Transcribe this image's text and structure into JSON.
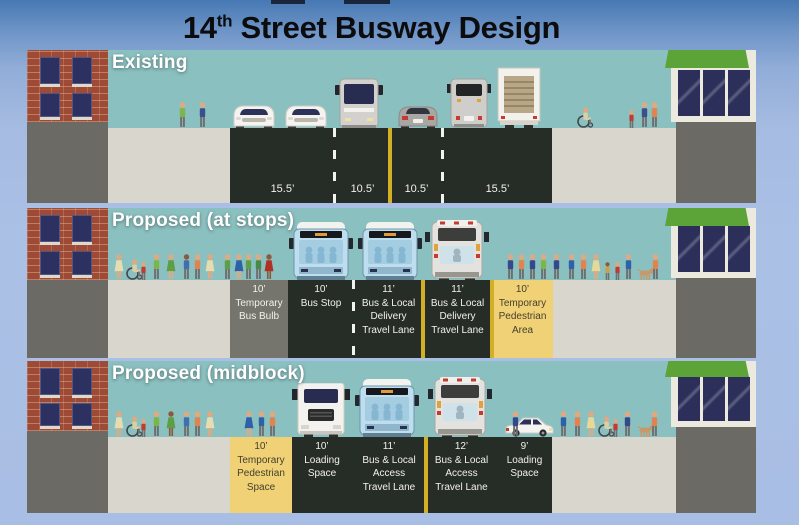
{
  "title": {
    "num": "14",
    "sup": "th",
    "rest": " Street Busway Design"
  },
  "colors": {
    "background_blue": "#a9bfe3",
    "header_blue": "#4778b3",
    "panel_sky_teal": "#8bc0c0",
    "road_dark": "#262d26",
    "sidewalk_gray": "#d8d6cd",
    "temporary_zone_yellow": "#f0d175",
    "lane_line_yellow": "#d3af26",
    "bus_blue": "#bedef0",
    "awning_green": "#5ca338",
    "brick_red": "#9e4a36"
  },
  "panels": [
    {
      "id": "existing",
      "title": "Existing",
      "lanes": [
        {
          "lines": [
            "15.5’"
          ]
        },
        {
          "lines": [
            "10.5’"
          ]
        },
        {
          "lines": [
            "10.5’"
          ]
        },
        {
          "lines": [
            "15.5’"
          ]
        }
      ],
      "vehicles": [
        "white-car-front",
        "white-car-front",
        "bus-front-gray",
        "gray-car-rear",
        "bus-rear-gray",
        "box-truck-rear"
      ],
      "people": {
        "left": [
          {
            "t": "p",
            "c": "#7ab648"
          },
          {
            "t": "p",
            "c": "#3a4f8f"
          }
        ],
        "right": [
          {
            "t": "w",
            "c": "#d9d0a6"
          },
          {
            "t": "k",
            "c": "#c23b30"
          },
          {
            "t": "p",
            "c": "#3a4f8f"
          },
          {
            "t": "p",
            "c": "#e0834f"
          }
        ]
      }
    },
    {
      "id": "proposed-at-stops",
      "title": "Proposed (at stops)",
      "lanes": [
        {
          "lines": [
            "10’",
            "Temporary",
            "Bus Bulb"
          ]
        },
        {
          "lines": [
            "10’",
            "Bus Stop"
          ]
        },
        {
          "lines": [
            "11’",
            "Bus & Local",
            "Delivery",
            "Travel Lane"
          ]
        },
        {
          "lines": [
            "11’",
            "Bus & Local",
            "Delivery",
            "Travel Lane"
          ]
        },
        {
          "lines": [
            "10’",
            "Temporary",
            "Pedestrian",
            "Area"
          ]
        }
      ],
      "vehicles": [
        "bus-front-blue",
        "bus-front-blue",
        "bus-rear-white"
      ],
      "people": {
        "left": [
          {
            "t": "d",
            "c": "#e6dcb2"
          },
          {
            "t": "w",
            "c": "#d9d0a6"
          },
          {
            "t": "k",
            "c": "#c23b30"
          },
          {
            "t": "p",
            "c": "#7ab648"
          },
          {
            "t": "d",
            "c": "#5e9e44"
          },
          {
            "t": "p",
            "c": "#3f6fae",
            "s": "#8a5a3b"
          },
          {
            "t": "p",
            "c": "#e0834f"
          },
          {
            "t": "d",
            "c": "#e6dcb2"
          },
          {
            "t": "p",
            "c": "#5e9e44"
          },
          {
            "t": "d",
            "c": "#2e62a8"
          },
          {
            "t": "p",
            "c": "#5e9e44"
          },
          {
            "t": "p",
            "c": "#4a8a46"
          },
          {
            "t": "d",
            "c": "#b03026",
            "s": "#8a5a3b"
          }
        ],
        "right": [
          {
            "t": "p",
            "c": "#34498c"
          },
          {
            "t": "p",
            "c": "#e0834f"
          },
          {
            "t": "p",
            "c": "#34498c"
          },
          {
            "t": "p",
            "c": "#7ab648"
          },
          {
            "t": "p",
            "c": "#34498c"
          },
          {
            "t": "p",
            "c": "#2e62a8"
          },
          {
            "t": "p",
            "c": "#e0834f"
          },
          {
            "t": "d",
            "c": "#e6d898"
          },
          {
            "t": "k",
            "c": "#caa14e",
            "s": "#8a5a3b"
          },
          {
            "t": "k",
            "c": "#c23b30"
          },
          {
            "t": "p",
            "c": "#2e62a8"
          },
          {
            "t": "g",
            "c": "#c59a6b"
          },
          {
            "t": "p",
            "c": "#e0834f"
          }
        ]
      }
    },
    {
      "id": "proposed-midblock",
      "title": "Proposed (midblock)",
      "lanes": [
        {
          "lines": [
            "10’",
            "Temporary",
            "Pedestrian",
            "Space"
          ]
        },
        {
          "lines": [
            "10’",
            "Loading",
            "Space"
          ]
        },
        {
          "lines": [
            "11’",
            "Bus & Local",
            "Access",
            "Travel Lane"
          ]
        },
        {
          "lines": [
            "12’",
            "Bus & Local",
            "Access",
            "Travel Lane"
          ]
        },
        {
          "lines": [
            "9’",
            "Loading",
            "Space"
          ]
        }
      ],
      "vehicles": [
        "box-truck-front",
        "bus-front-blue",
        "bus-rear-white",
        "white-car-side"
      ],
      "people": {
        "left": [
          {
            "t": "d",
            "c": "#e6dcb2"
          },
          {
            "t": "w",
            "c": "#d9d0a6"
          },
          {
            "t": "k",
            "c": "#c23b30"
          },
          {
            "t": "p",
            "c": "#7ab648"
          },
          {
            "t": "d",
            "c": "#5e9e44",
            "s": "#8a5a3b"
          },
          {
            "t": "p",
            "c": "#3f6fae"
          },
          {
            "t": "p",
            "c": "#e0834f"
          },
          {
            "t": "d",
            "c": "#e6dcb2"
          },
          {
            "t": "d",
            "c": "#2e62a8"
          },
          {
            "t": "p",
            "c": "#2e62a8"
          },
          {
            "t": "p",
            "c": "#e0834f"
          }
        ],
        "right": [
          {
            "t": "p",
            "c": "#34498c"
          },
          {
            "t": "p",
            "c": "#2e62a8"
          },
          {
            "t": "p",
            "c": "#e0834f"
          },
          {
            "t": "d",
            "c": "#e6d898"
          },
          {
            "t": "w",
            "c": "#d9d0a6"
          },
          {
            "t": "k",
            "c": "#c23b30"
          },
          {
            "t": "p",
            "c": "#34498c"
          },
          {
            "t": "g",
            "c": "#c59a6b"
          },
          {
            "t": "p",
            "c": "#e0834f"
          }
        ]
      }
    }
  ]
}
